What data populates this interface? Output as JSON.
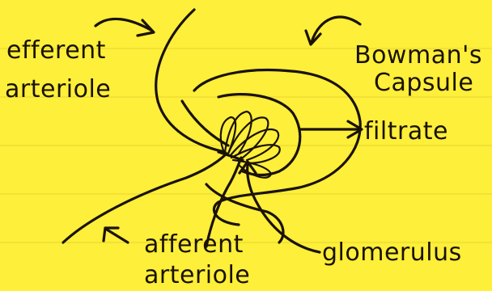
{
  "labels": {
    "efferent_line1": "efferent",
    "efferent_line2": "arteriole",
    "bowmans_line1": "Bowman's",
    "bowmans_line2": "Capsule",
    "filtrate": "filtrate",
    "afferent_line1": "afferent",
    "afferent_line2": "arteriole",
    "glomerulus": "glomerulus"
  },
  "colors": {
    "paper": "#fdef3a",
    "ink": "#1a1206"
  }
}
